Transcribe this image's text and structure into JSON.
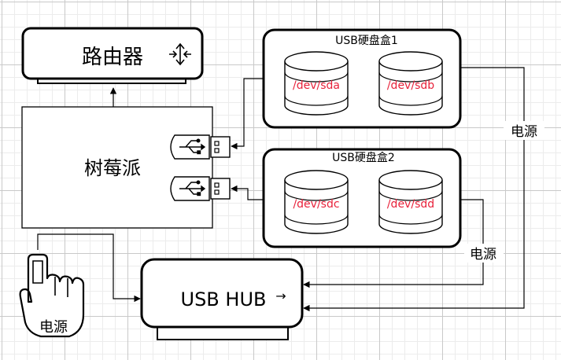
{
  "router": {
    "label": "路由器"
  },
  "pi": {
    "label": "树莓派"
  },
  "hub": {
    "label": "USB HUB",
    "arrow": "→"
  },
  "enclosure1": {
    "label": "USB硬盘盒1",
    "disks": [
      "/dev/sda",
      "/dev/sdb"
    ]
  },
  "enclosure2": {
    "label": "USB硬盘盒2",
    "disks": [
      "/dev/sdc",
      "/dev/sdd"
    ]
  },
  "power": {
    "hand_label": "电源",
    "label_right": "电源",
    "label_mid": "电源"
  },
  "colors": {
    "disk_label": "#e8213a",
    "line": "#000000",
    "grid": "#c9c9c9"
  }
}
